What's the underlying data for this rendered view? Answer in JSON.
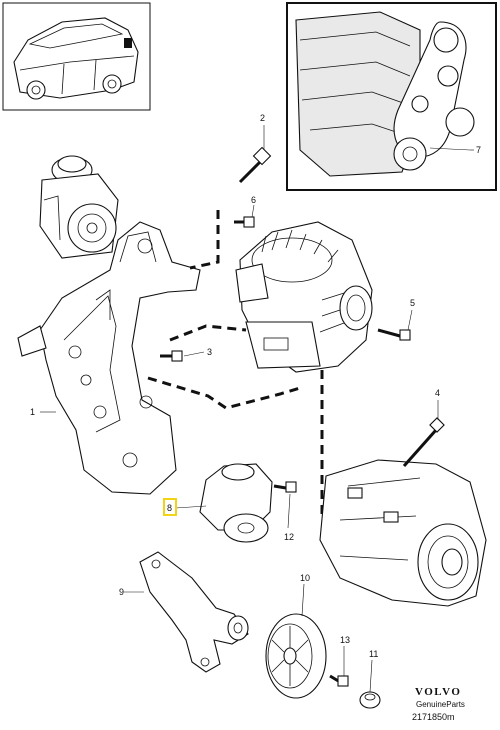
{
  "diagram": {
    "callouts": [
      {
        "id": "c1",
        "label": "1"
      },
      {
        "id": "c2",
        "label": "2"
      },
      {
        "id": "c3",
        "label": "3"
      },
      {
        "id": "c4",
        "label": "4"
      },
      {
        "id": "c5",
        "label": "5"
      },
      {
        "id": "c6",
        "label": "6"
      },
      {
        "id": "c7",
        "label": "7"
      },
      {
        "id": "c8",
        "label": "8",
        "highlighted": true
      },
      {
        "id": "c9",
        "label": "9"
      },
      {
        "id": "c10",
        "label": "10"
      },
      {
        "id": "c11",
        "label": "11"
      },
      {
        "id": "c12",
        "label": "12"
      },
      {
        "id": "c13",
        "label": "13"
      }
    ],
    "highlight_color": "#f2d417"
  },
  "branding": {
    "logo_text": "VOLVO",
    "sub_text": "GenuineParts",
    "drawing_number": "2171850m"
  }
}
